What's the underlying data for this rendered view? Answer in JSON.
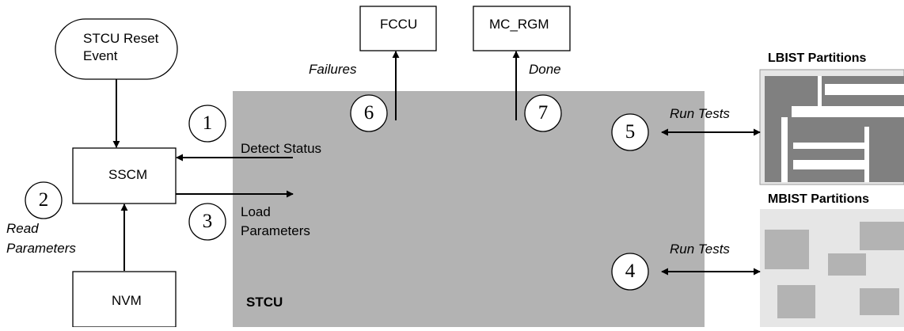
{
  "blocks": {
    "stcu_reset": {
      "line1": "STCU Reset",
      "line2": "Event"
    },
    "sscm": "SSCM",
    "nvm": "NVM",
    "fccu": "FCCU",
    "mc_rgm": "MC_RGM",
    "stcu": "STCU",
    "lbist_title": "LBIST Partitions",
    "mbist_title": "MBIST Partitions"
  },
  "edges": {
    "detect_status": "Detect Status",
    "load_parameters": {
      "line1": "Load",
      "line2": "Parameters"
    },
    "read_parameters": {
      "line1": "Read",
      "line2": "Parameters"
    },
    "failures": "Failures",
    "done": "Done",
    "run_tests_lbist": "Run Tests",
    "run_tests_mbist": "Run Tests"
  },
  "steps": [
    "1",
    "2",
    "3",
    "4",
    "5",
    "6",
    "7"
  ],
  "colors": {
    "stcu_fill": "#b3b3b3",
    "lbist_dark": "#808080",
    "mbist_block": "#b3b3b3",
    "partition_bg": "#e6e6e6"
  }
}
